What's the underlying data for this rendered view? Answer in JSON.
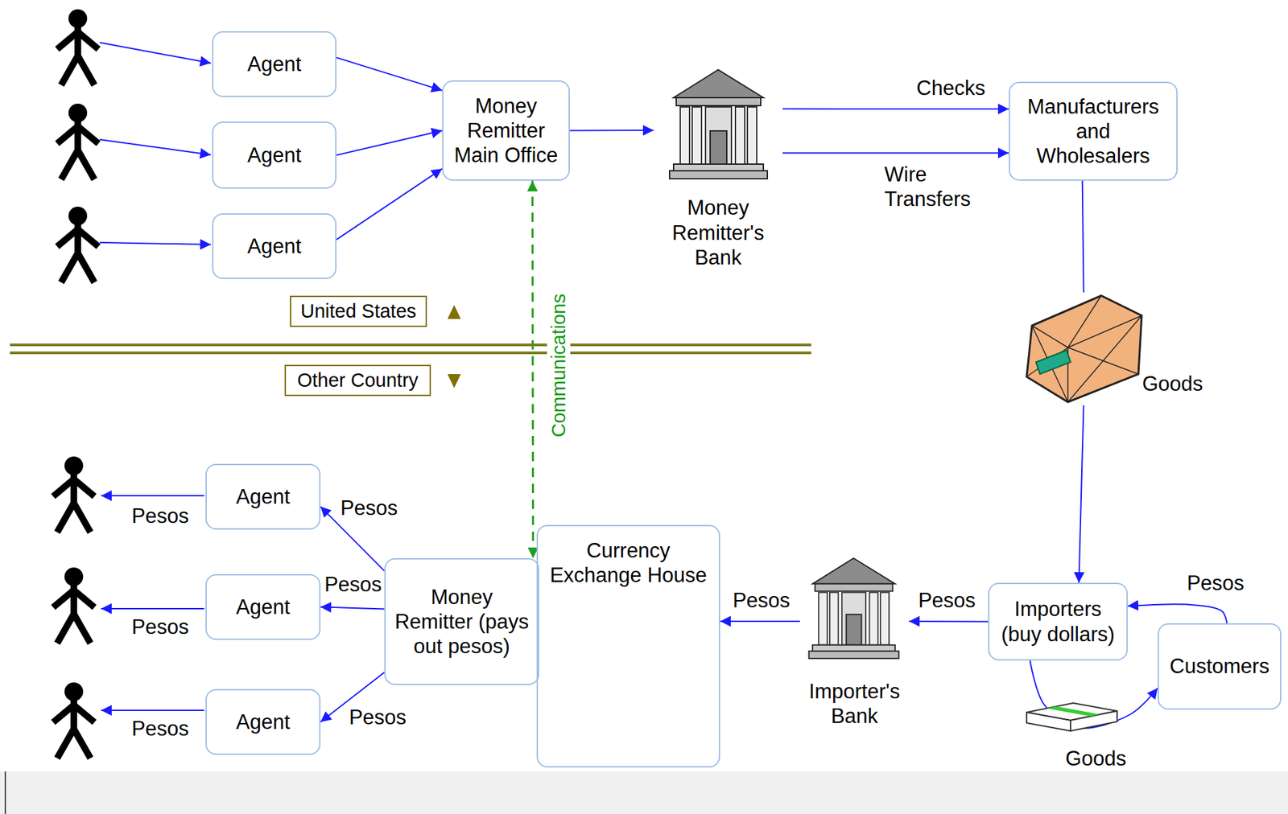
{
  "diagram": {
    "nodes": [
      {
        "text": [
          "Agent"
        ]
      },
      {
        "text": [
          "Agent"
        ]
      },
      {
        "text": [
          "Agent"
        ]
      },
      {
        "text": [
          "Money Remitter Main Office"
        ]
      },
      {
        "text": [
          "Money Remitter's Bank"
        ]
      },
      {
        "text": [
          "Manufacturers and Wholesalers"
        ]
      },
      {
        "text": [
          "United States"
        ]
      },
      {
        "text": [
          "Other Country"
        ]
      },
      {
        "text": [
          "Goods"
        ]
      },
      {
        "text": [
          "Agent"
        ]
      },
      {
        "text": [
          "Agent"
        ]
      },
      {
        "text": [
          "Agent"
        ]
      },
      {
        "text": [
          "Money Remitter (pays out pesos)"
        ]
      },
      {
        "text": [
          "Currency Exchange House"
        ]
      },
      {
        "text": [
          "Importer's Bank"
        ]
      },
      {
        "text": [
          "Importers (buy dollars)"
        ]
      },
      {
        "text": [
          "Customers"
        ]
      }
    ],
    "edges": [
      {
        "from": 0,
        "to": 3,
        "arrow": "to"
      },
      {
        "from": 1,
        "to": 3,
        "arrow": "to"
      },
      {
        "from": 2,
        "to": 3,
        "arrow": "to"
      },
      {
        "from": 3,
        "to": 4,
        "arrow": "to"
      },
      {
        "from": 4,
        "to": 5,
        "label": "Checks",
        "arrow": "to"
      },
      {
        "from": 4,
        "to": 5,
        "label": "Wire Transfers",
        "arrow": "to"
      },
      {
        "from": 5,
        "to": 8,
        "arrow": "none"
      },
      {
        "from": 8,
        "to": 15,
        "arrow": "to"
      },
      {
        "from": 3,
        "to": 12,
        "label": "Communications",
        "arrow": "both"
      },
      {
        "from": 16,
        "to": 15,
        "label": "Pesos",
        "arrow": "to"
      },
      {
        "from": 15,
        "to": 16,
        "label": "Goods",
        "arrow": "to"
      },
      {
        "from": 15,
        "to": 14,
        "label": "Pesos",
        "arrow": "to"
      },
      {
        "from": 14,
        "to": 13,
        "label": "Pesos",
        "arrow": "to"
      },
      {
        "from": 12,
        "to": 9,
        "label": "Pesos",
        "arrow": "to"
      },
      {
        "from": 12,
        "to": 10,
        "label": "Pesos",
        "arrow": "to"
      },
      {
        "from": 12,
        "to": 11,
        "label": "Pesos",
        "arrow": "to"
      }
    ],
    "labels": [
      "Pesos",
      "Pesos",
      "Pesos"
    ]
  }
}
